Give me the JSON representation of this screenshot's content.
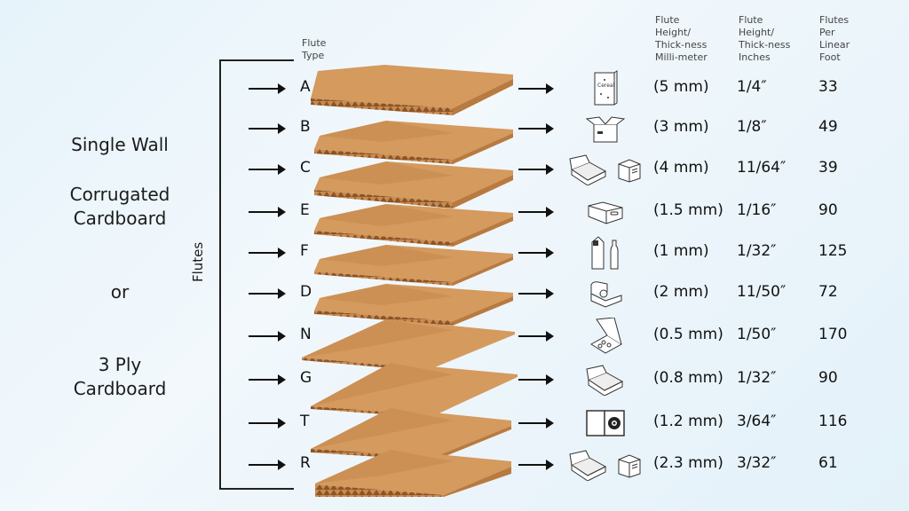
{
  "left_panel": {
    "line1": "Single  Wall",
    "line2": "Corrugated",
    "line3": "Cardboard",
    "line4": "or",
    "line5": "3 Ply",
    "line6": "Cardboard",
    "axis_label": "Flutes"
  },
  "headers": {
    "flute_type": [
      "Flute",
      "Type"
    ],
    "mm": [
      "Flute",
      "Height/",
      "Thick-ness",
      "Milli-meter"
    ],
    "inches": [
      "Flute",
      "Height/",
      "Thick-ness",
      "Inches"
    ],
    "per_foot": [
      "Flutes",
      "Per",
      "Linear",
      "Foot"
    ]
  },
  "colors": {
    "board_top": "#d49a5e",
    "board_shade": "#c4854a",
    "board_edge": "#b97a3f",
    "flute_dark": "#8a5426",
    "background": "#eaf4fa"
  },
  "rows": [
    {
      "type": "A",
      "mm": "(5 mm)",
      "inches": "1/4″",
      "per_foot": "33",
      "icons": [
        "cereal-box-icon"
      ]
    },
    {
      "type": "B",
      "mm": "(3 mm)",
      "inches": "1/8″",
      "per_foot": "49",
      "icons": [
        "open-shipping-box-icon"
      ]
    },
    {
      "type": "C",
      "mm": "(4 mm)",
      "inches": "11/64″",
      "per_foot": "39",
      "icons": [
        "mailer-box-icon",
        "sealed-box-icon"
      ]
    },
    {
      "type": "E",
      "mm": "(1.5 mm)",
      "inches": "1/16″",
      "per_foot": "90",
      "icons": [
        "handle-tray-box-icon"
      ]
    },
    {
      "type": "F",
      "mm": "(1 mm)",
      "inches": "1/32″",
      "per_foot": "125",
      "icons": [
        "carton-and-bottle-icon"
      ]
    },
    {
      "type": "D",
      "mm": "(2 mm)",
      "inches": "11/50″",
      "per_foot": "72",
      "icons": [
        "jewelry-box-icon"
      ]
    },
    {
      "type": "N",
      "mm": "(0.5 mm)",
      "inches": "1/50″",
      "per_foot": "170",
      "icons": [
        "pizza-box-icon"
      ]
    },
    {
      "type": "G",
      "mm": "(0.8 mm)",
      "inches": "1/32″",
      "per_foot": "90",
      "icons": [
        "mailer-box-icon"
      ]
    },
    {
      "type": "T",
      "mm": "(1.2 mm)",
      "inches": "3/64″",
      "per_foot": "116",
      "icons": [
        "cd-case-icon"
      ]
    },
    {
      "type": "R",
      "mm": "(2.3 mm)",
      "inches": "3/32″",
      "per_foot": "61",
      "icons": [
        "mailer-box-icon",
        "sealed-box-icon"
      ]
    }
  ]
}
